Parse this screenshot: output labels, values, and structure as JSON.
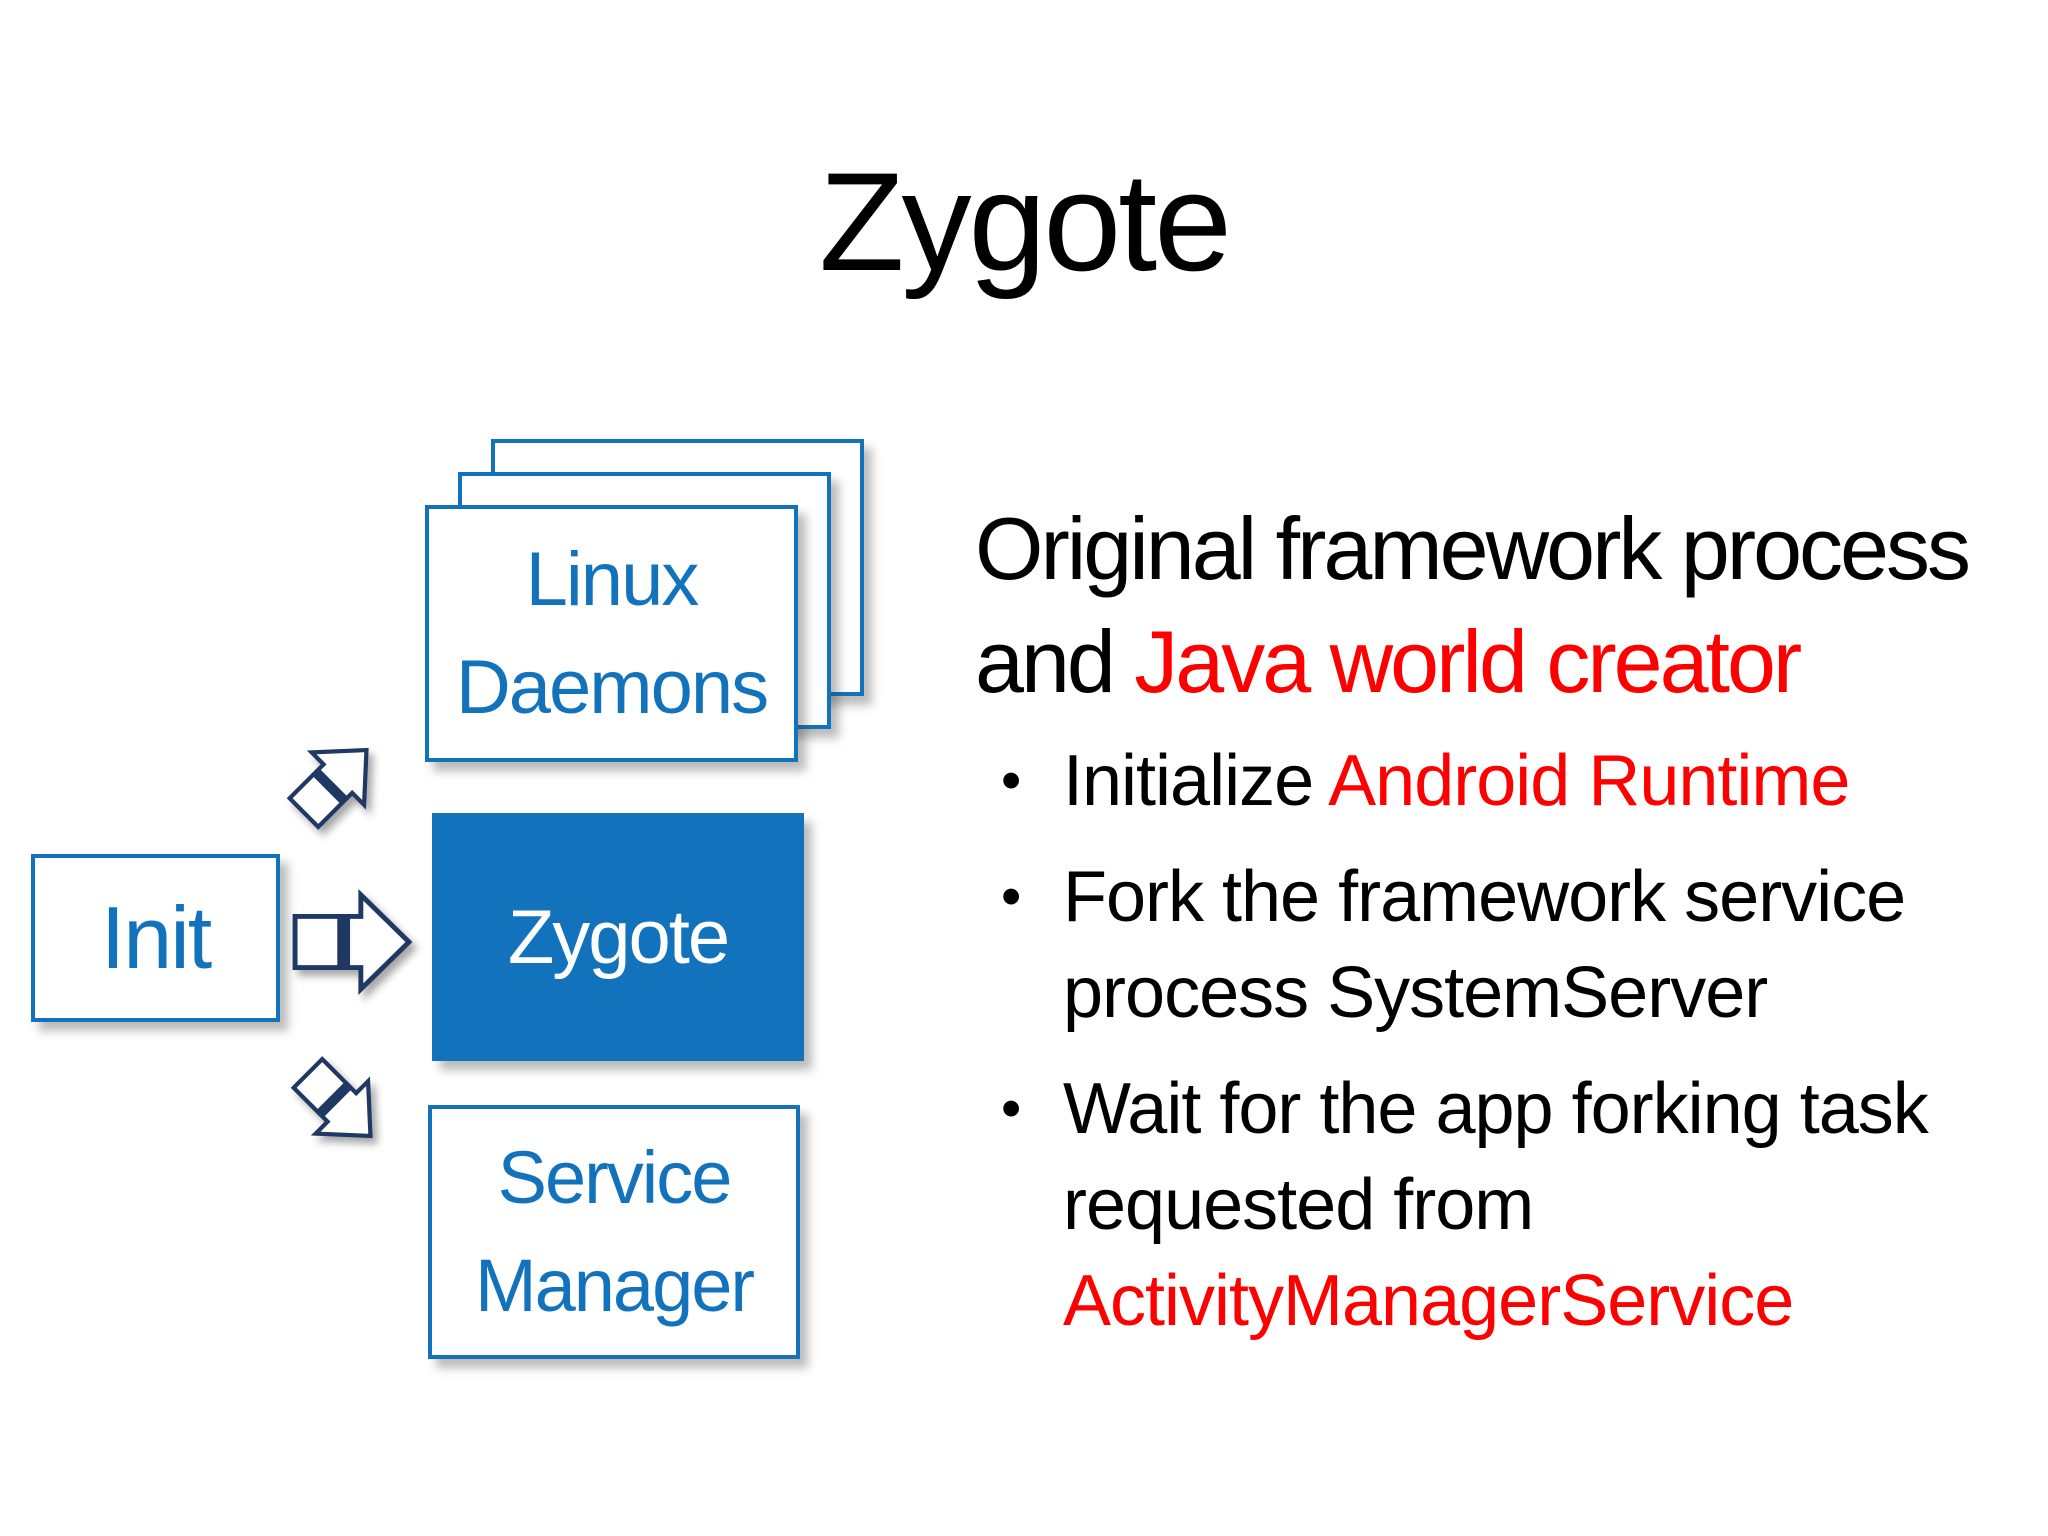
{
  "slide": {
    "title": "Zygote"
  },
  "colors": {
    "accent_blue": "#1272BC",
    "navy": "#1F3864",
    "red": "#FF0000",
    "black": "#000000"
  },
  "diagram": {
    "init_box": {
      "label": "Init"
    },
    "stack_box": {
      "line1": "Linux",
      "line2": "Daemons"
    },
    "zygote_box": {
      "label": "Zygote"
    },
    "service_box": {
      "line1": "Service",
      "line2": "Manager"
    },
    "arrows": [
      {
        "icon": "striped-arrow-up-right",
        "from": "Init",
        "to": "Linux Daemons"
      },
      {
        "icon": "striped-arrow-right",
        "from": "Init",
        "to": "Zygote"
      },
      {
        "icon": "striped-arrow-down-right",
        "from": "Init",
        "to": "Service Manager"
      }
    ]
  },
  "content": {
    "bullet_char": "•",
    "heading": {
      "line1": "Original framework process",
      "line2_black": "and ",
      "line2_red": "Java world creator"
    },
    "bullets": [
      {
        "lines": [
          {
            "black": "Initialize ",
            "red": "Android Runtime"
          }
        ]
      },
      {
        "lines": [
          {
            "black": "Fork the framework service"
          },
          {
            "black": "process SystemServer"
          }
        ]
      },
      {
        "lines": [
          {
            "black": "Wait for the app forking task"
          },
          {
            "black": "requested from"
          },
          {
            "red": "ActivityManagerService"
          }
        ]
      }
    ]
  }
}
